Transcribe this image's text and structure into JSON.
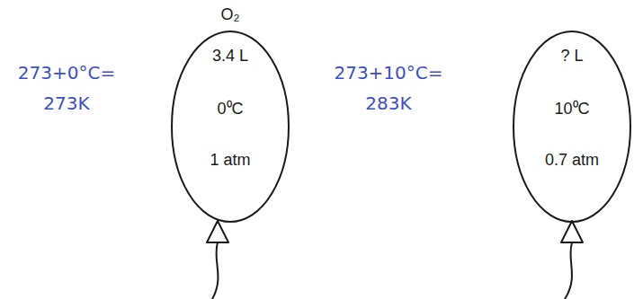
{
  "diagram": {
    "nodes": [
      {
        "text": [
          "O₂",
          "3.4 L",
          "0⁰C",
          "1 atm"
        ]
      },
      {
        "text": [
          "? L",
          "10⁰C",
          "0.7 atm"
        ]
      }
    ],
    "labels": [
      "273+0°C= 273K",
      "273+10°C= 283K"
    ]
  }
}
